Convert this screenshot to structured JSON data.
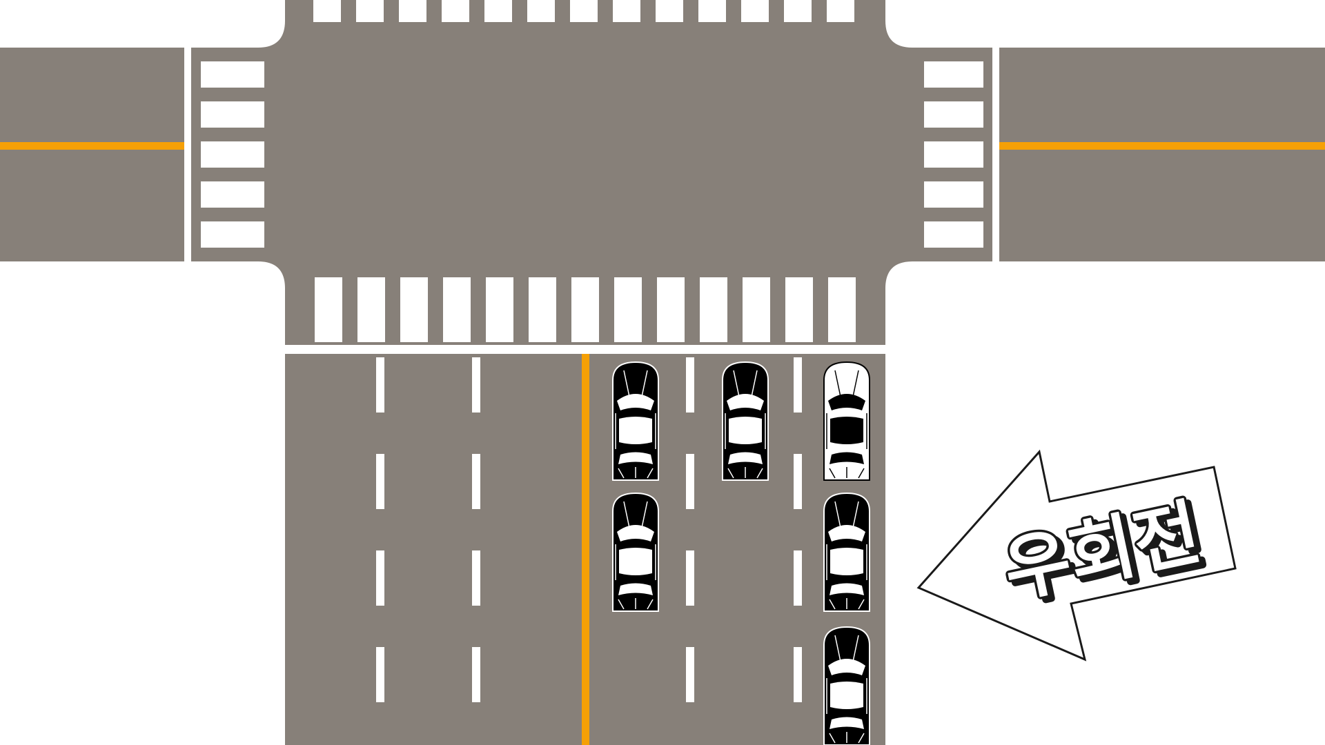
{
  "scene": {
    "colors": {
      "road": "#878079",
      "center_line": "#f5a006",
      "lane_marking": "#ffffff",
      "background": "#ffffff",
      "car_dark": "#000000",
      "car_light": "#ffffff"
    },
    "vehicles": [
      {
        "id": "car-1",
        "color": "black",
        "lane": 1,
        "row": 1
      },
      {
        "id": "car-2",
        "color": "black",
        "lane": 2,
        "row": 1
      },
      {
        "id": "car-3",
        "color": "white",
        "lane": 3,
        "row": 1
      },
      {
        "id": "car-4",
        "color": "black",
        "lane": 1,
        "row": 2
      },
      {
        "id": "car-5",
        "color": "black",
        "lane": 3,
        "row": 2
      },
      {
        "id": "car-6",
        "color": "black",
        "lane": 3,
        "row": 3
      }
    ]
  },
  "arrow": {
    "label": "우회전",
    "icon": "left-arrow-icon"
  }
}
